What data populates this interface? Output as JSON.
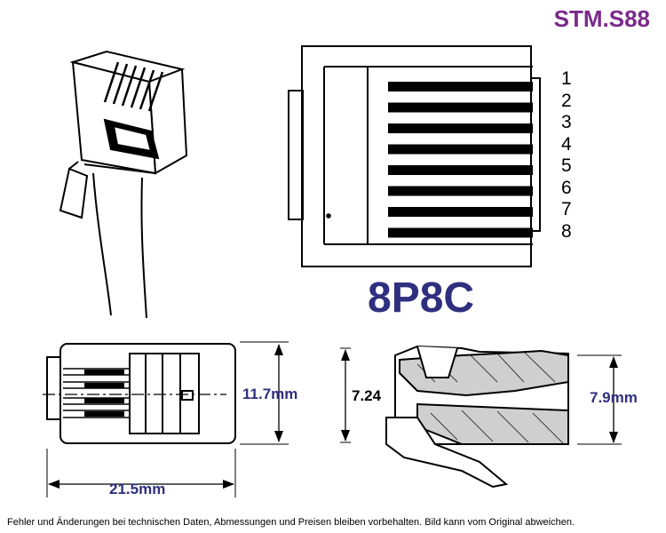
{
  "product_code": "STM.S88",
  "connector_type": "8P8C",
  "pins": [
    "1",
    "2",
    "3",
    "4",
    "5",
    "6",
    "7",
    "8"
  ],
  "dimensions": {
    "length": "21.5mm",
    "height": "11.7mm",
    "height_inner": "7.24",
    "height_side": "7.9mm"
  },
  "footer_note": "Fehler und Änderungen bei technischen Daten, Abmessungen und Preisen bleiben vorbehalten. Bild kann vom Original abweichen.",
  "colors": {
    "code": "#7a2a8a",
    "title": "#2f2f7f",
    "dimension": "#2f2f7f"
  }
}
